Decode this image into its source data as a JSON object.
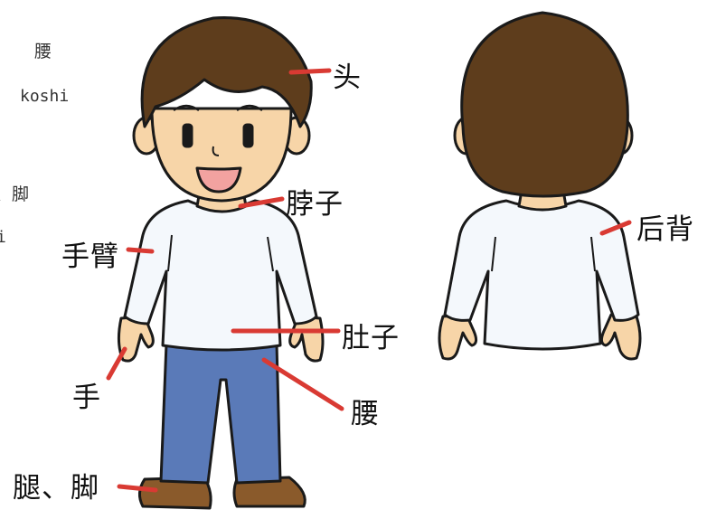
{
  "side_text": {
    "kanji": "腰",
    "romaji": "koshi",
    "partial_kanji": "、脚",
    "partial_romaji": "i"
  },
  "labels": {
    "head": "头",
    "neck": "脖子",
    "arm": "手臂",
    "stomach": "肚子",
    "hand": "手",
    "waist": "腰",
    "leg_foot": "腿、脚",
    "back": "后背"
  },
  "colors": {
    "pointer": "#d93a33",
    "hair": "#5e3d1c",
    "skin": "#f7d5a8",
    "shirt": "#f4f8fc",
    "pants": "#5a7ab8",
    "shoes": "#8a5a2b",
    "outline": "#1a1a1a"
  }
}
